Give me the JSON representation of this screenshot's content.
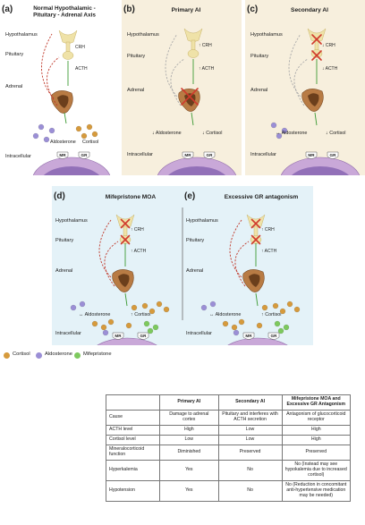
{
  "panels": {
    "a": {
      "label": "(a)",
      "title": "Normal Hypothalamic -\nPituitary - Adrenal Axis",
      "hypothalamus": "Hypothalamus",
      "crh": "CRH",
      "pituitary": "Pituitary",
      "acth": "ACTH",
      "adrenal": "Adrenal",
      "aldosterone": "Aldosterone",
      "cortisol": "Cortisol",
      "intracellular": "Intracellular",
      "mr": "MR",
      "gr": "GR"
    },
    "b": {
      "label": "(b)",
      "title": "Primary AI",
      "hypothalamus": "Hypothalamus",
      "crh": "↑ CRH",
      "pituitary": "Pituitary",
      "acth": "↑ ACTH",
      "adrenal": "Adrenal",
      "aldosterone": "↓ Aldosterone",
      "cortisol": "↓ Cortisol",
      "intracellular": "Intracellular",
      "mr": "MR",
      "gr": "GR"
    },
    "c": {
      "label": "(c)",
      "title": "Secondary AI",
      "hypothalamus": "Hypothalamus",
      "crh": "↓ CRH",
      "pituitary": "Pituitary",
      "acth": "↓ ACTH",
      "adrenal": "Adrenal",
      "aldosterone": "↔ Aldosterone",
      "cortisol": "↓ Cortisol",
      "intracellular": "Intracellular",
      "mr": "MR",
      "gr": "GR"
    },
    "d": {
      "label": "(d)",
      "title": "Mifepristone MOA",
      "hypothalamus": "Hypothalamus",
      "crh": "↑ CRH",
      "pituitary": "Pituitary",
      "acth": "↑ ACTH",
      "adrenal": "Adrenal",
      "aldosterone": "↔ Aldosterone",
      "cortisol": "↑ Cortisol",
      "intracellular": "Intracellular",
      "mr": "MR",
      "gr": "GR"
    },
    "e": {
      "label": "(e)",
      "title": "Excessive GR antagonism",
      "hypothalamus": "Hypothalamus",
      "crh": "↑ CRH",
      "pituitary": "Pituitary",
      "acth": "↑ ACTH",
      "adrenal": "Adrenal",
      "aldosterone": "↔ Aldosterone",
      "cortisol": "↑ Cortisol",
      "intracellular": "Intracellular",
      "mr": "MR",
      "gr": "GR"
    }
  },
  "legend": {
    "cortisol": "Cortisol",
    "aldosterone": "Aldosterone",
    "mifepristone": "Mifepristone"
  },
  "colors": {
    "cortisol": "#d69a3c",
    "aldosterone": "#9b8fd6",
    "mifepristone": "#7dc95e",
    "cream": "#f7efdd",
    "blue": "#e4f2f8",
    "cell": "#c9a8d8",
    "nucleus": "#9270b8",
    "adrenal": "#b87b44",
    "arrow_red": "#c0392b",
    "arrow_green": "#3d9b35",
    "cross": "#d03a2c"
  },
  "table": {
    "headers": [
      "",
      "Primary AI",
      "Secondary AI",
      "Mifepristone MOA and Excessive GR Antagonism"
    ],
    "rows": [
      [
        "Cause",
        "Damage to adrenal cortex",
        "Pituitary and interferes with ACTH secretion",
        "Antagonism of glucocorticoid receptor"
      ],
      [
        "ACTH level",
        "High",
        "Low",
        "High"
      ],
      [
        "Cortisol level",
        "Low",
        "Low",
        "High"
      ],
      [
        "Mineralocorticoid function",
        "Diminished",
        "Preserved",
        "Preserved"
      ],
      [
        "Hyperkalemia",
        "Yes",
        "No",
        "No (Instead may see hypokalemia due to increased cortisol)"
      ],
      [
        "Hypotension",
        "Yes",
        "No",
        "No (Reduction in concomitant anti-hypertensive medication may be needed)"
      ]
    ]
  }
}
